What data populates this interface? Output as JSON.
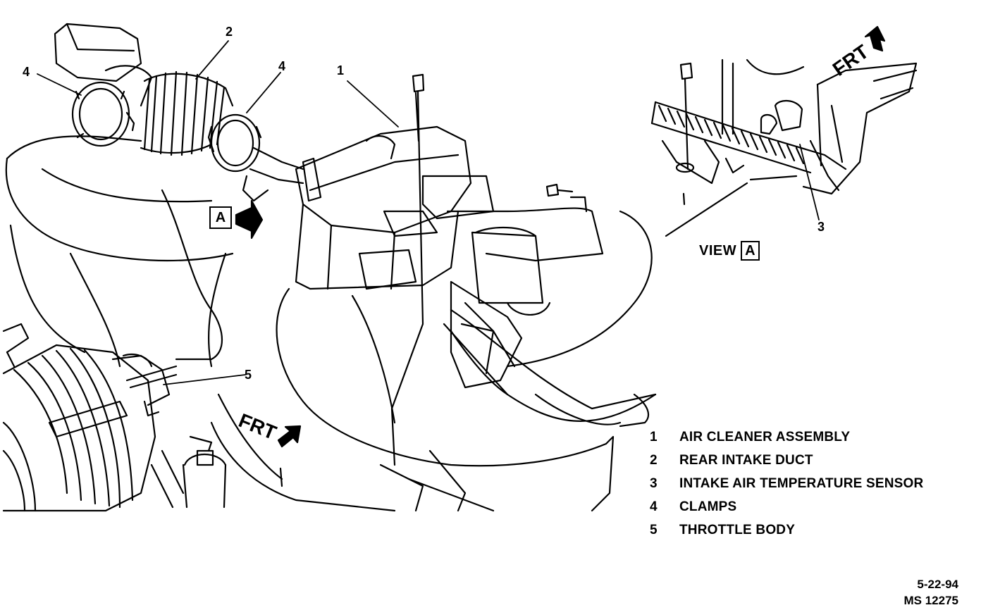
{
  "callouts": {
    "c1": "1",
    "c2": "2",
    "c3": "3",
    "c4a": "4",
    "c4b": "4",
    "c5": "5"
  },
  "view": {
    "label": "VIEW",
    "letter": "A"
  },
  "view_marker": "A",
  "front_labels": {
    "main": "FRT",
    "inset": "FRT"
  },
  "legend": [
    {
      "num": "1",
      "text": "AIR CLEANER ASSEMBLY"
    },
    {
      "num": "2",
      "text": "REAR INTAKE DUCT"
    },
    {
      "num": "3",
      "text": "INTAKE AIR TEMPERATURE SENSOR"
    },
    {
      "num": "4",
      "text": "CLAMPS"
    },
    {
      "num": "5",
      "text": "THROTTLE BODY"
    }
  ],
  "footer": {
    "date": "5-22-94",
    "code": "MS 12275"
  }
}
